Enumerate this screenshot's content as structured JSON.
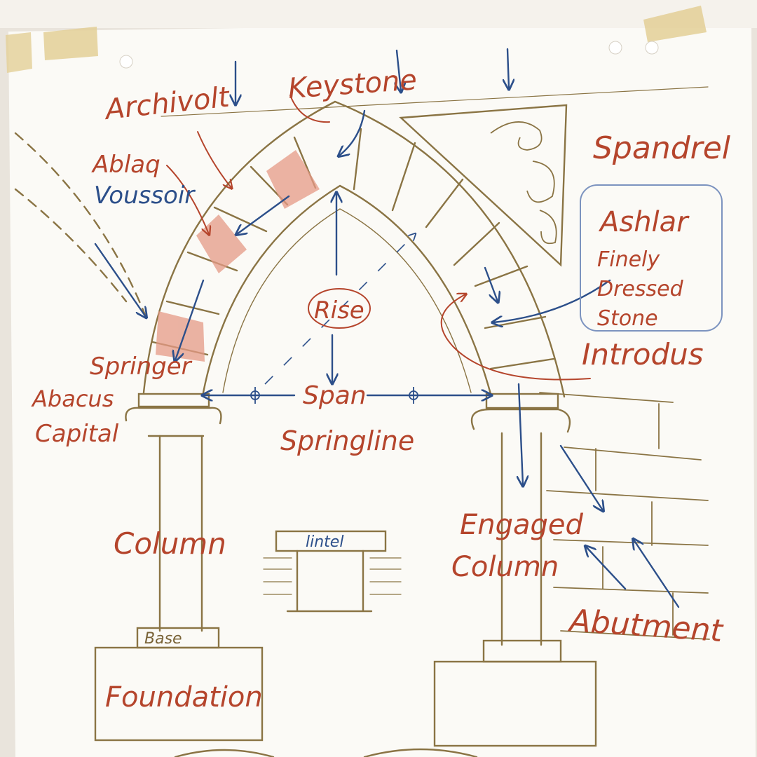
{
  "labels": {
    "archivolt": "Archivolt",
    "keystone": "Keystone",
    "ablaq": "Ablaq",
    "voussoir": "Voussoir",
    "spandrel": "Spandrel",
    "ashlar": "Ashlar",
    "finely": "Finely",
    "dressed": "Dressed",
    "stone": "Stone",
    "rise": "Rise",
    "introdus": "Introdus",
    "springer": "Springer",
    "abacus": "Abacus",
    "capital": "Capital",
    "span": "Span",
    "springline": "Springline",
    "column": "Column",
    "lintel": "lintel",
    "engaged": "Engaged",
    "engaged_column": "Column",
    "abutment": "Abutment",
    "base": "Base",
    "foundation": "Foundation"
  },
  "colors": {
    "paper": "#fbfaf6",
    "wall": "#e9e4dc",
    "tape": "#e3cf97",
    "pencil_brown": "#8a7444",
    "red_ink": "#b5452c",
    "blue_ink": "#2c4f8a",
    "shade_red": "#e59a86"
  }
}
